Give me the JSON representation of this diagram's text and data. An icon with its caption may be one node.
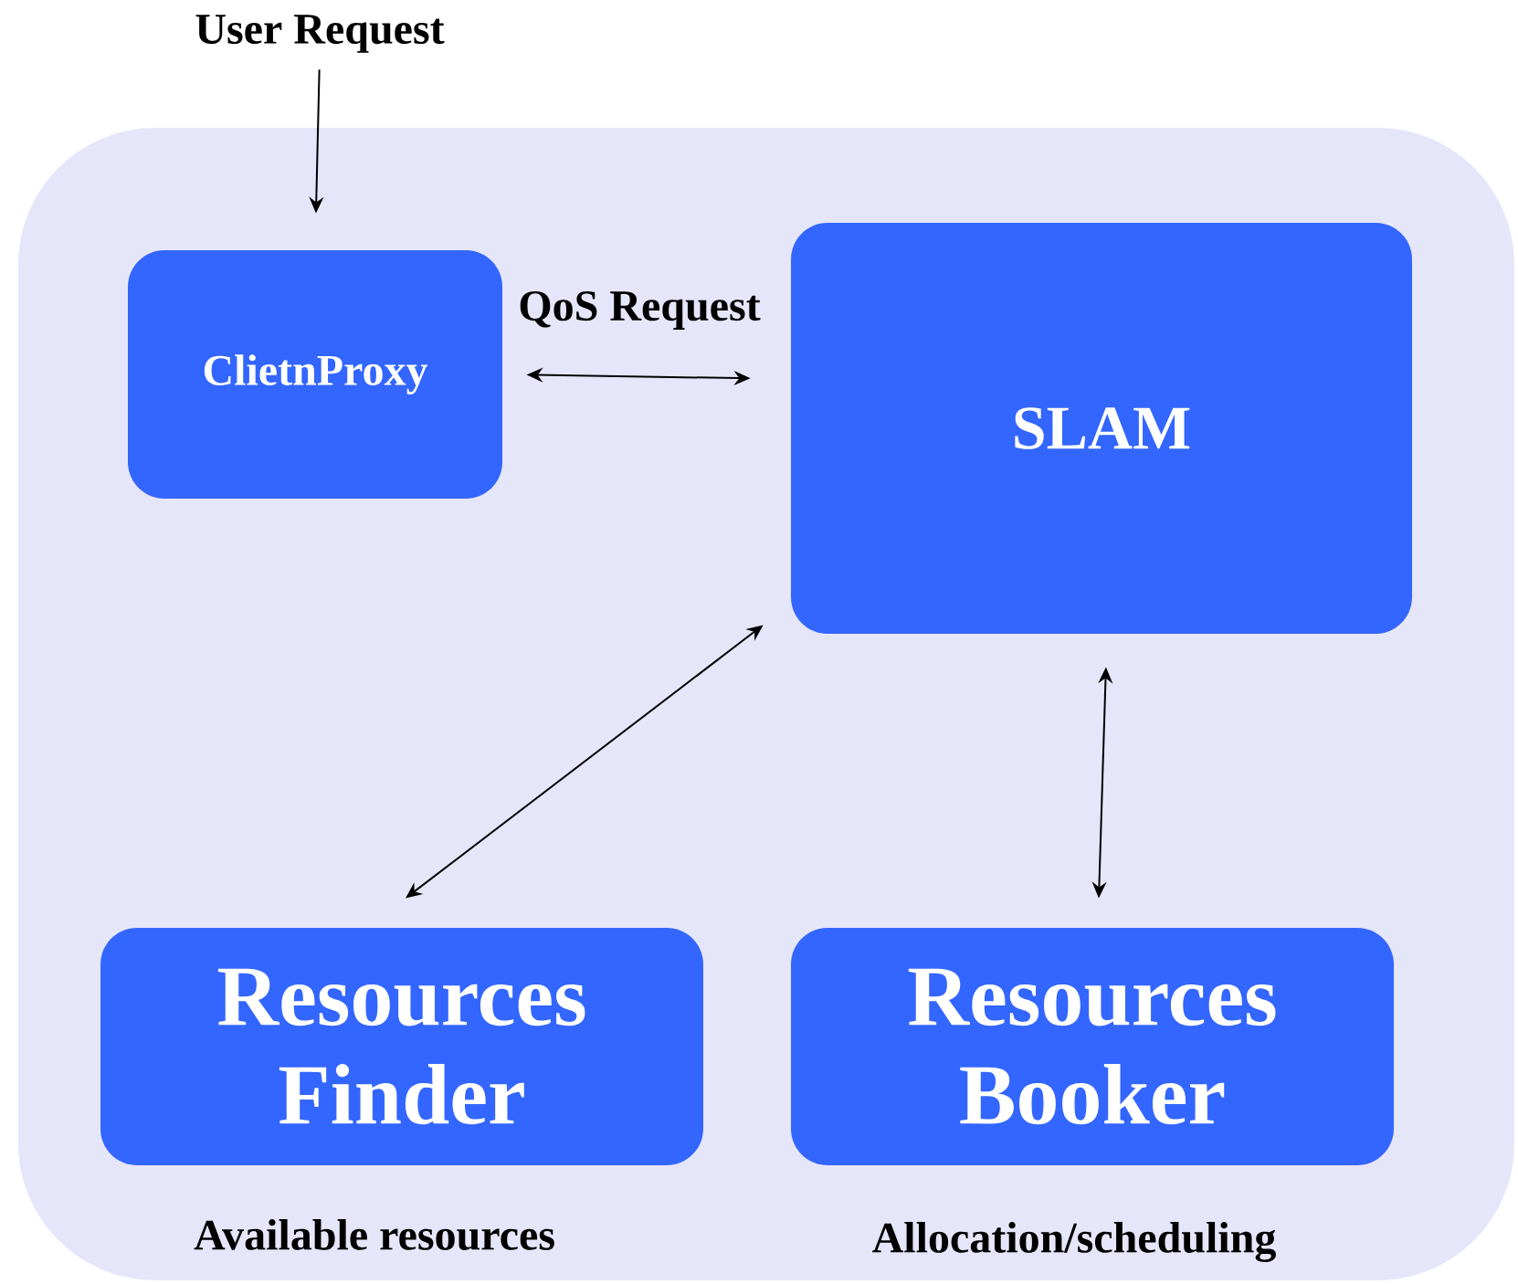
{
  "diagram": {
    "nodes": [
      {
        "text": [],
        "shape": "box"
      },
      {
        "text": [
          "User Request"
        ]
      },
      {
        "text": [
          "ClietnProxy"
        ],
        "in": 0
      },
      {
        "text": [
          "SLAM"
        ],
        "in": 0
      },
      {
        "text": [
          "Resources Finder"
        ],
        "in": 0,
        "beside": [
          "Available resources"
        ]
      },
      {
        "text": [
          "Resources Booker"
        ],
        "in": 0,
        "beside": [
          "Allocation/scheduling"
        ]
      }
    ],
    "edges": [
      {
        "from": 1,
        "to": 2,
        "arrow": "to"
      },
      {
        "from": 2,
        "to": 3,
        "arrow": "both",
        "label": "QoS Request"
      },
      {
        "from": 3,
        "to": 4,
        "arrow": "both"
      },
      {
        "from": 3,
        "to": 5,
        "arrow": "both"
      }
    ]
  }
}
